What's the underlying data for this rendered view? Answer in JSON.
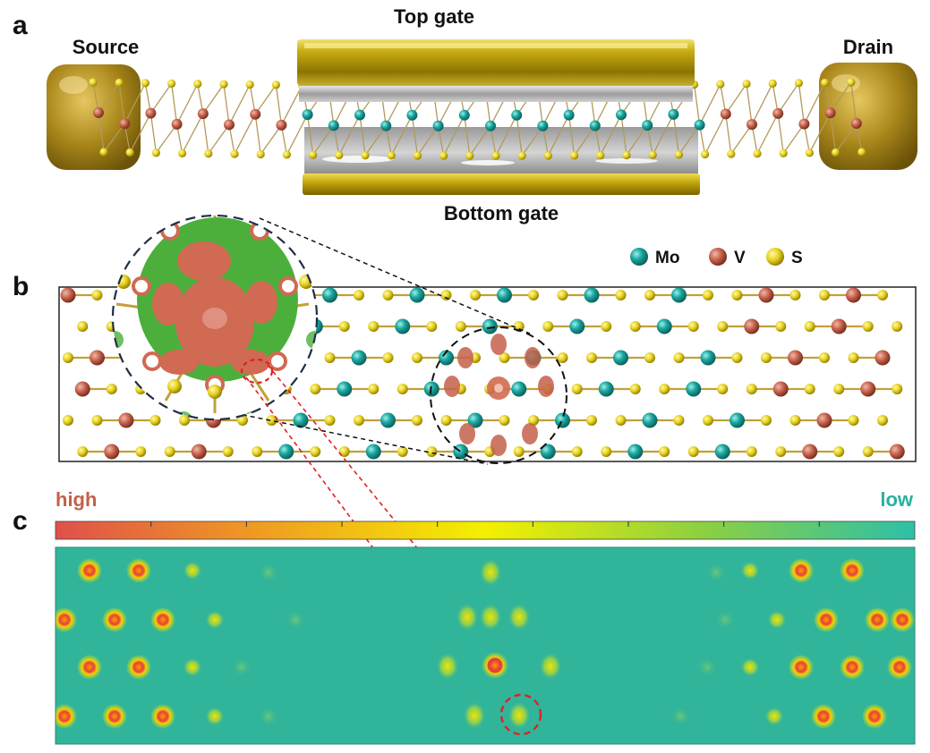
{
  "panels": {
    "a": "a",
    "b": "b",
    "c": "c"
  },
  "device": {
    "source": "Source",
    "drain": "Drain",
    "top_gate": "Top gate",
    "bottom_gate": "Bottom gate"
  },
  "legend": {
    "items": [
      {
        "symbol": "Mo",
        "label": "Mo",
        "color": "#1aa6a0"
      },
      {
        "symbol": "V",
        "label": "V",
        "color": "#c4604a"
      },
      {
        "symbol": "S",
        "label": "S",
        "color": "#e8d21f"
      }
    ]
  },
  "colorscale": {
    "high_label": "high",
    "low_label": "low",
    "high_color": "#e0504a",
    "low_color": "#2ec0a8"
  },
  "colors": {
    "gold": "#c8ac10",
    "electrode": "#a88a20",
    "dielectric": "#b0b0b0",
    "bond": "#b89a50",
    "density_red": "#c4604a",
    "density_green": "#4caf3c",
    "map_bg": "#30b49a",
    "dashed_red": "#e02020",
    "dashed_dark": "#1f2f45"
  }
}
